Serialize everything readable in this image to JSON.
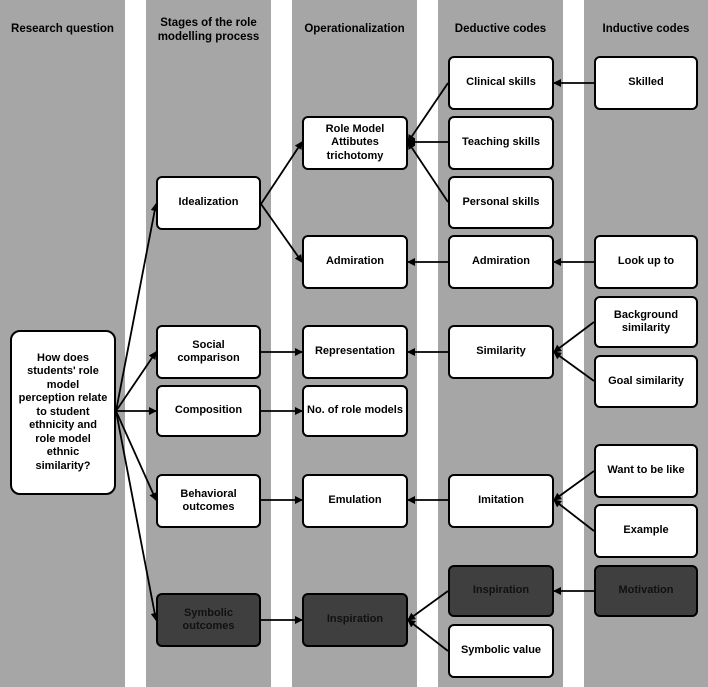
{
  "headers": {
    "research_question": "Research question",
    "stages": "Stages of the role modelling process",
    "operationalization": "Operationalization",
    "deductive": "Deductive codes",
    "inductive": "Inductive codes"
  },
  "research_question": {
    "text": "How does students' role model perception relate to student ethnicity and role model ethnic similarity?"
  },
  "stages": {
    "idealization": "Idealization",
    "social_comparison": "Social comparison",
    "composition": "Composition",
    "behavioral_outcomes": "Behavioral outcomes",
    "symbolic_outcomes": "Symbolic outcomes"
  },
  "operationalization": {
    "attributes": "Role Model Attibutes trichotomy",
    "admiration": "Admiration",
    "representation": "Representation",
    "num_role_models": "No. of role models",
    "emulation": "Emulation",
    "inspiration": "Inspiration"
  },
  "deductive": {
    "clinical_skills": "Clinical skills",
    "teaching_skills": "Teaching skills",
    "personal_skills": "Personal skills",
    "admiration": "Admiration",
    "similarity": "Similarity",
    "imitation": "Imitation",
    "inspiration": "Inspiration",
    "symbolic_value": "Symbolic value"
  },
  "inductive": {
    "skilled": "Skilled",
    "look_up_to": "Look up to",
    "background_similarity": "Background similarity",
    "goal_similarity": "Goal similarity",
    "want_to_be_like": "Want to be like",
    "example": "Example",
    "motivation": "Motivation"
  },
  "colors": {
    "column_band": "#a6a6a6",
    "box_fill": "#ffffff",
    "dark_box_fill": "#3f3f3f",
    "line": "#000000"
  }
}
